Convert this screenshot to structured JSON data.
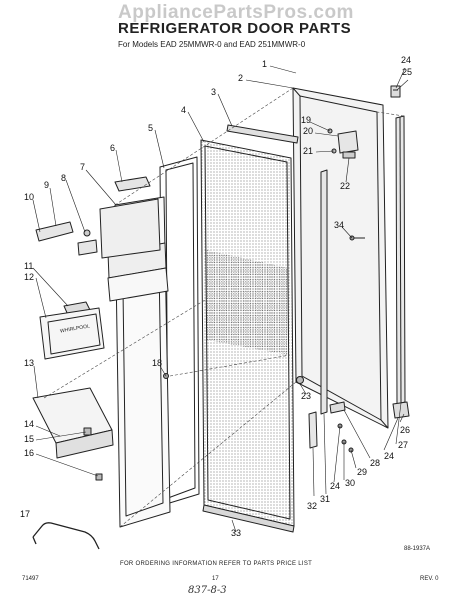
{
  "watermark": "AppliancePartsPros.com",
  "title": "REFRIGERATOR DOOR PARTS",
  "subtitle": "For Models EAD 25MMWR-0 and EAD 251MMWR-0",
  "callouts": [
    {
      "id": "c1",
      "label": "1"
    },
    {
      "id": "c2",
      "label": "2"
    },
    {
      "id": "c3",
      "label": "3"
    },
    {
      "id": "c4",
      "label": "4"
    },
    {
      "id": "c5",
      "label": "5"
    },
    {
      "id": "c6",
      "label": "6"
    },
    {
      "id": "c7",
      "label": "7"
    },
    {
      "id": "c8",
      "label": "8"
    },
    {
      "id": "c9",
      "label": "9"
    },
    {
      "id": "c10",
      "label": "10"
    },
    {
      "id": "c11",
      "label": "11"
    },
    {
      "id": "c12",
      "label": "12"
    },
    {
      "id": "c13",
      "label": "13"
    },
    {
      "id": "c14",
      "label": "14"
    },
    {
      "id": "c15",
      "label": "15"
    },
    {
      "id": "c16",
      "label": "16"
    },
    {
      "id": "c17",
      "label": "17"
    },
    {
      "id": "c18",
      "label": "18"
    },
    {
      "id": "c19",
      "label": "19"
    },
    {
      "id": "c20",
      "label": "20"
    },
    {
      "id": "c21",
      "label": "21"
    },
    {
      "id": "c22",
      "label": "22"
    },
    {
      "id": "c23",
      "label": "23"
    },
    {
      "id": "c24a",
      "label": "24"
    },
    {
      "id": "c25",
      "label": "25"
    },
    {
      "id": "c26",
      "label": "26"
    },
    {
      "id": "c27",
      "label": "27"
    },
    {
      "id": "c24b",
      "label": "24"
    },
    {
      "id": "c28",
      "label": "28"
    },
    {
      "id": "c29",
      "label": "29"
    },
    {
      "id": "c30",
      "label": "30"
    },
    {
      "id": "c24c",
      "label": "24"
    },
    {
      "id": "c31",
      "label": "31"
    },
    {
      "id": "c32",
      "label": "32"
    },
    {
      "id": "c33",
      "label": "33"
    },
    {
      "id": "c34",
      "label": "34"
    }
  ],
  "figure_ref": "88-1937A",
  "footer_note": "FOR ORDERING INFORMATION REFER TO PARTS PRICE LIST",
  "page_left": "71497",
  "page_number": "17",
  "page_right": "REV. 0",
  "handwritten": "837-8-3",
  "shelf_badge": "WHIRLPOOL"
}
